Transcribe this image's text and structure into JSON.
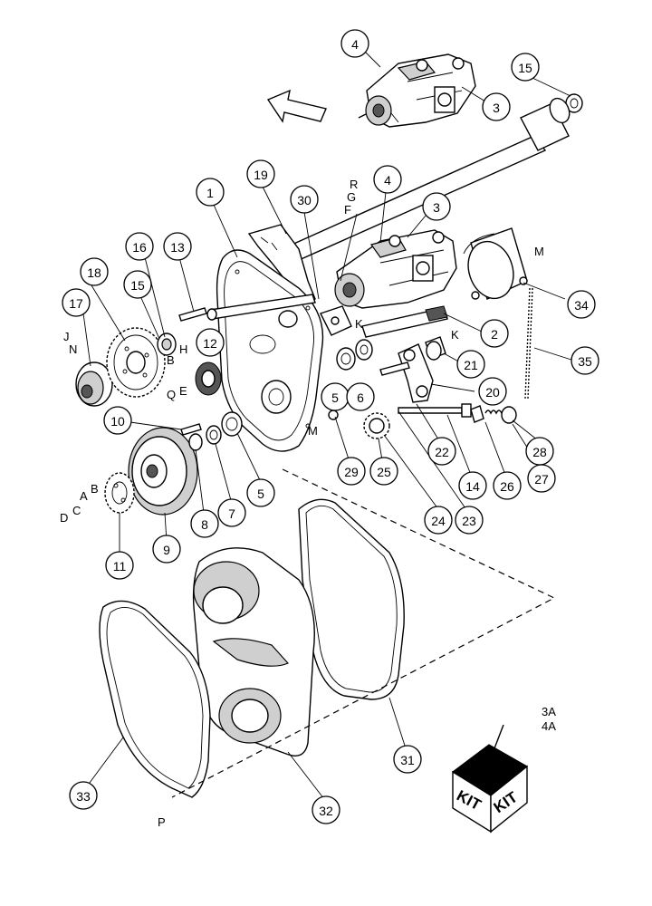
{
  "callouts": [
    {
      "id": "c4a",
      "label": "4"
    },
    {
      "id": "c3a",
      "label": "3"
    },
    {
      "id": "c15a",
      "label": "15"
    },
    {
      "id": "c19",
      "label": "19"
    },
    {
      "id": "c1",
      "label": "1"
    },
    {
      "id": "c30",
      "label": "30"
    },
    {
      "id": "c4b",
      "label": "4"
    },
    {
      "id": "c3b",
      "label": "3"
    },
    {
      "id": "c34",
      "label": "34"
    },
    {
      "id": "c18",
      "label": "18"
    },
    {
      "id": "c16",
      "label": "16"
    },
    {
      "id": "c13",
      "label": "13"
    },
    {
      "id": "c15b",
      "label": "15"
    },
    {
      "id": "c17",
      "label": "17"
    },
    {
      "id": "c12",
      "label": "12"
    },
    {
      "id": "c2",
      "label": "2"
    },
    {
      "id": "c35",
      "label": "35"
    },
    {
      "id": "c21",
      "label": "21"
    },
    {
      "id": "c20",
      "label": "20"
    },
    {
      "id": "c5a",
      "label": "5"
    },
    {
      "id": "c6",
      "label": "6"
    },
    {
      "id": "c10",
      "label": "10"
    },
    {
      "id": "c28",
      "label": "28"
    },
    {
      "id": "c22",
      "label": "22"
    },
    {
      "id": "c29",
      "label": "29"
    },
    {
      "id": "c25",
      "label": "25"
    },
    {
      "id": "c26",
      "label": "26"
    },
    {
      "id": "c27",
      "label": "27"
    },
    {
      "id": "c14",
      "label": "14"
    },
    {
      "id": "c5b",
      "label": "5"
    },
    {
      "id": "c7",
      "label": "7"
    },
    {
      "id": "c8",
      "label": "8"
    },
    {
      "id": "c9",
      "label": "9"
    },
    {
      "id": "c24",
      "label": "24"
    },
    {
      "id": "c23",
      "label": "23"
    },
    {
      "id": "c11",
      "label": "11"
    },
    {
      "id": "c31",
      "label": "31"
    },
    {
      "id": "c33",
      "label": "33"
    },
    {
      "id": "c32",
      "label": "32"
    }
  ],
  "letters": {
    "R": "R",
    "G": "G",
    "F": "F",
    "M1": "M",
    "K1": "K",
    "K2": "K",
    "J": "J",
    "N": "N",
    "H": "H",
    "B1": "B",
    "Q": "Q",
    "E": "E",
    "M2": "M",
    "A": "A",
    "B2": "B",
    "C": "C",
    "D": "D",
    "P": "P"
  },
  "kit": {
    "label_a": "3A",
    "label_b": "4A",
    "box_left": "KIT",
    "box_right": "KIT"
  }
}
